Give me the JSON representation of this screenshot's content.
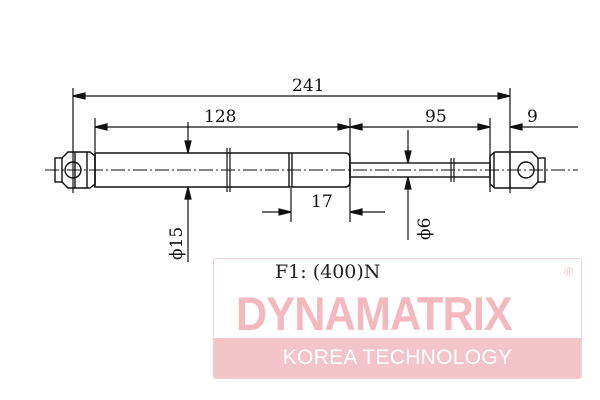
{
  "dimensions": {
    "total_length": "241",
    "body_length": "128",
    "stroke": "95",
    "end_fitting": "9",
    "sleeve": "17",
    "body_diameter": "ϕ15",
    "rod_diameter": "ϕ6"
  },
  "force_label": "F1: (400)N",
  "logo": {
    "brand": "DYNAMATRIX",
    "registered": "®",
    "tagline": "KOREA TECHNOLOGY",
    "color": "#f3b9be"
  }
}
